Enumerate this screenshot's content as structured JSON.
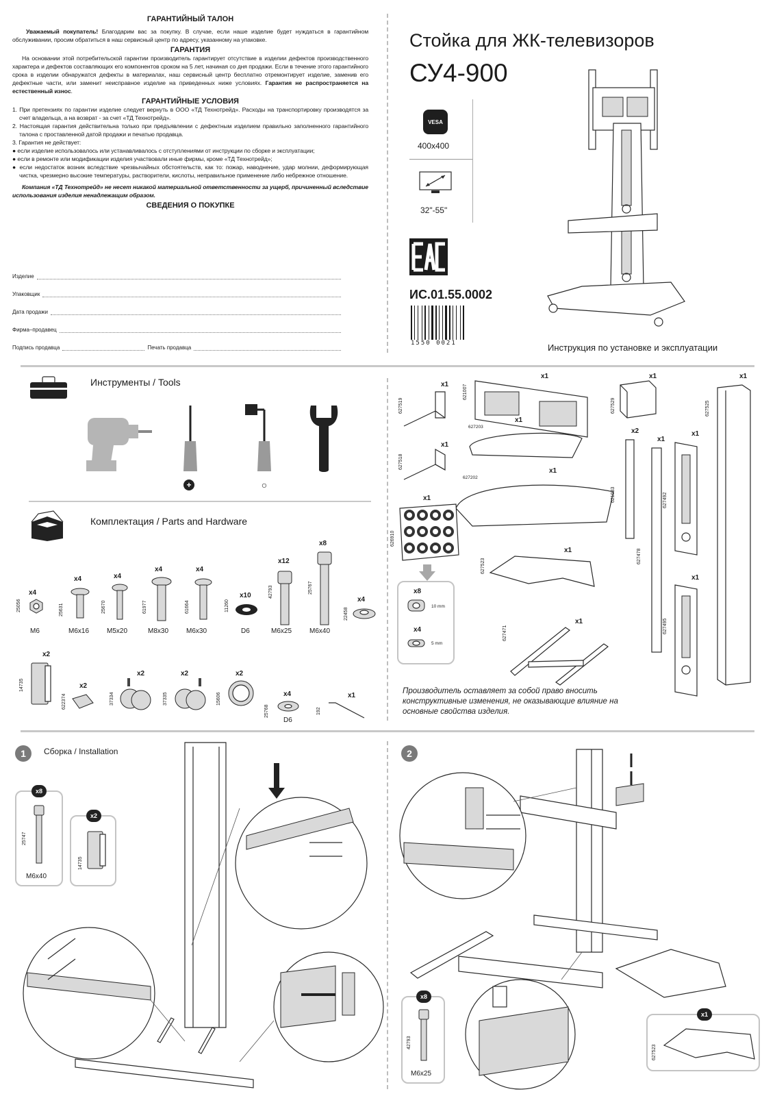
{
  "warranty": {
    "title": "ГАРАНТИЙНЫЙ ТАЛОН",
    "greeting_bold": "Уважаемый покупатель!",
    "greeting_text": " Благодарим вас за покупку. В случае, если наше изделие будет нуждаться в гарантийном обслуживании, просим обратиться в наш сервисный центр по адресу, указанному на упаковке.",
    "guarantee_title": "ГАРАНТИЯ",
    "guarantee_text": "На основании этой потребительской гарантии производитель гарантирует отсутствие в изделии дефектов производственного характера и дефектов составляющих его компонентов сроком на 5 лет, начиная со дня продажи. Если в течение этого гарантийного срока в изделии обнаружатся дефекты в материалах, наш сервисный центр бесплатно отремонтирует изделие, заменив его дефектные части, или заменит неисправное изделие на приведенных ниже условиях. ",
    "guarantee_bold": "Гарантия не распространяется на естественный износ",
    "guarantee_end": ".",
    "conditions_title": "ГАРАНТИЙНЫЕ УСЛОВИЯ",
    "conditions": [
      "1.  При претензиях по гарантии изделие следует вернуть в ООО «ТД Технотрейд». Расходы на транспортировку производятся за счет владельца, а на возврат - за счет «ТД Технотрейд».",
      "2.  Настоящая гарантия действительна только при предъявлении с дефектным изделием правильно заполненного гарантийного талона с проставленной датой продажи и печатью продавца.",
      "3.  Гарантия не действует:"
    ],
    "bullets": [
      "если изделие использовалось или устанавливалось с отступлениями от инструкции по сборке и эксплуатации;",
      "если в ремонте или модификации изделия участвовали иные фирмы, кроме «ТД Технотрейд»;",
      "если недостаток возник вследствие чрезвычайных обстоятельств, как то: пожар, наводнение, удар молнии, деформирующая чистка, чрезмерно высокие температуры, растворители, кислоты, неправильное применение либо небрежное отношение."
    ],
    "disclaimer": "Компания «ТД Технотрейд» не несет никакой материальной ответственности за ущерб, причиненный вследствие использования изделия ненадлежащим образом.",
    "purchase_title": "СВЕДЕНИЯ О ПОКУПКЕ",
    "fields": [
      "Изделие",
      "Упаковщик",
      "Дата продажи",
      "Фирма–продавец",
      "Подпись продавца"
    ],
    "stamp_label": "Печать продавца"
  },
  "product": {
    "title": "Стойка для ЖК-телевизоров",
    "model": "СУ4-900",
    "vesa_badge": "VESA",
    "vesa_value": "400x400",
    "screen_range": "32\"-55\"",
    "eac": "EAC",
    "cert": "ИС.01.55.0002",
    "barcode_digits": "1550  0021",
    "instruction": "Инструкция по установке и эксплуатации"
  },
  "tools": {
    "title": "Инструменты / Tools",
    "marks": [
      "+",
      "○"
    ]
  },
  "hardware": {
    "title": "Комплектация / Parts and Hardware",
    "row1": [
      {
        "code": "25056",
        "qty": "x4",
        "label": "M6"
      },
      {
        "code": "25631",
        "qty": "x4",
        "label": "M6x16"
      },
      {
        "code": "25670",
        "qty": "x4",
        "label": "M5x20"
      },
      {
        "code": "61977",
        "qty": "x4",
        "label": "M8x30"
      },
      {
        "code": "61664",
        "qty": "x4",
        "label": "M6x30"
      },
      {
        "code": "11260",
        "qty": "x10",
        "label": "D6"
      },
      {
        "code": "42793",
        "qty": "x12",
        "label": "M6x25"
      },
      {
        "code": "25767",
        "qty": "x8",
        "label": "M6x40"
      },
      {
        "code": "22458",
        "qty": "x4",
        "label": ""
      }
    ],
    "row2": [
      {
        "code": "14735",
        "qty": "x2",
        "label": ""
      },
      {
        "code": "622374",
        "qty": "x2",
        "label": ""
      },
      {
        "code": "37334",
        "qty": "x2",
        "label": ""
      },
      {
        "code": "37335",
        "qty": "x2",
        "label": ""
      },
      {
        "code": "15606",
        "qty": "x2",
        "label": ""
      },
      {
        "code": "25768",
        "qty": "x4",
        "label": "D6"
      },
      {
        "code": "192",
        "qty": "x1",
        "label": ""
      }
    ]
  },
  "parts": {
    "items": [
      {
        "code": "627519",
        "qty": "x1"
      },
      {
        "code": "621007",
        "qty": "x1"
      },
      {
        "code": "627529",
        "qty": "x1"
      },
      {
        "code": "627525",
        "qty": "x1"
      },
      {
        "code": "627518",
        "qty": "x1"
      },
      {
        "code": "627203",
        "qty": "x1"
      },
      {
        "code": "627202",
        "qty": "x1"
      },
      {
        "code": "621033",
        "qty": "x2"
      },
      {
        "code": "627478",
        "qty": "x1"
      },
      {
        "code": "627492",
        "qty": "x1"
      },
      {
        "code": "626910",
        "qty": "x1"
      },
      {
        "code": "627523",
        "qty": "x1"
      },
      {
        "code": "627471",
        "qty": "x1"
      },
      {
        "code": "627495",
        "qty": "x1"
      }
    ],
    "spacer1_qty": "x8",
    "spacer1_size": "10 mm",
    "spacer2_qty": "x4",
    "spacer2_size": "5 mm",
    "note": "Производитель оставляет за собой право вносить конструктивные изменения, не оказывающие влияние на основные свойства изделия."
  },
  "step1": {
    "number": "1",
    "title": "Сборка / Installation",
    "bolt_qty": "x8",
    "bolt_code": "25747",
    "bolt_label": "M6x40",
    "cap_qty": "x2",
    "cap_code": "14735"
  },
  "step2": {
    "number": "2",
    "bolt_qty": "x8",
    "bolt_code": "42793",
    "bolt_label": "M6x25",
    "shelf_qty": "x1",
    "shelf_code": "627523"
  }
}
